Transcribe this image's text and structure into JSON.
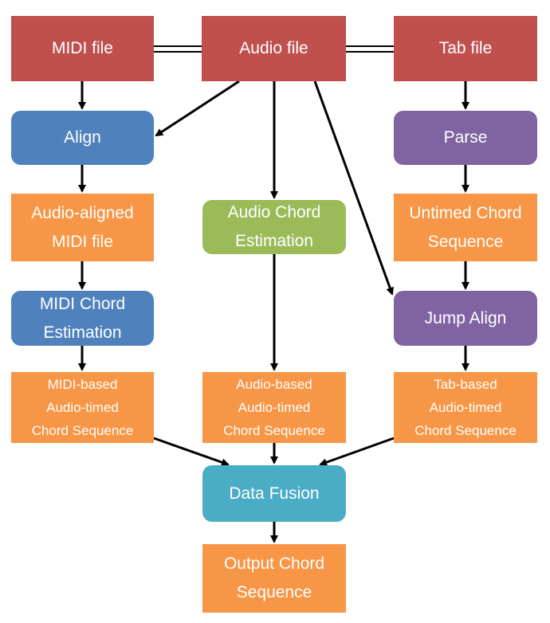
{
  "nodes": {
    "midi_file": {
      "lines": [
        "MIDI file"
      ]
    },
    "audio_file": {
      "lines": [
        "Audio file"
      ]
    },
    "tab_file": {
      "lines": [
        "Tab file"
      ]
    },
    "align": {
      "lines": [
        "Align"
      ]
    },
    "parse": {
      "lines": [
        "Parse"
      ]
    },
    "audio_aligned_midi": {
      "lines": [
        "Audio-aligned",
        "MIDI file"
      ]
    },
    "audio_chord_estimation": {
      "lines": [
        "Audio Chord",
        "Estimation"
      ]
    },
    "untimed_chord_sequence": {
      "lines": [
        "Untimed Chord",
        "Sequence"
      ]
    },
    "midi_chord_estimation": {
      "lines": [
        "MIDI Chord",
        "Estimation"
      ]
    },
    "jump_align": {
      "lines": [
        "Jump Align"
      ]
    },
    "midi_based_sequence": {
      "lines": [
        "MIDI-based",
        "Audio-timed",
        "Chord Sequence"
      ]
    },
    "audio_based_sequence": {
      "lines": [
        "Audio-based",
        "Audio-timed",
        "Chord Sequence"
      ]
    },
    "tab_based_sequence": {
      "lines": [
        "Tab-based",
        "Audio-timed",
        "Chord Sequence"
      ]
    },
    "data_fusion": {
      "lines": [
        "Data Fusion"
      ]
    },
    "output_chord_sequence": {
      "lines": [
        "Output Chord",
        "Sequence"
      ]
    }
  },
  "colors": {
    "file_node": "#c0504d",
    "align_node": "#4f81bd",
    "tab_process_node": "#8064a2",
    "audio_estimation_node": "#9bbb59",
    "fusion_node": "#4bacc6",
    "data_node": "#f79646",
    "arrow": "#000000"
  }
}
